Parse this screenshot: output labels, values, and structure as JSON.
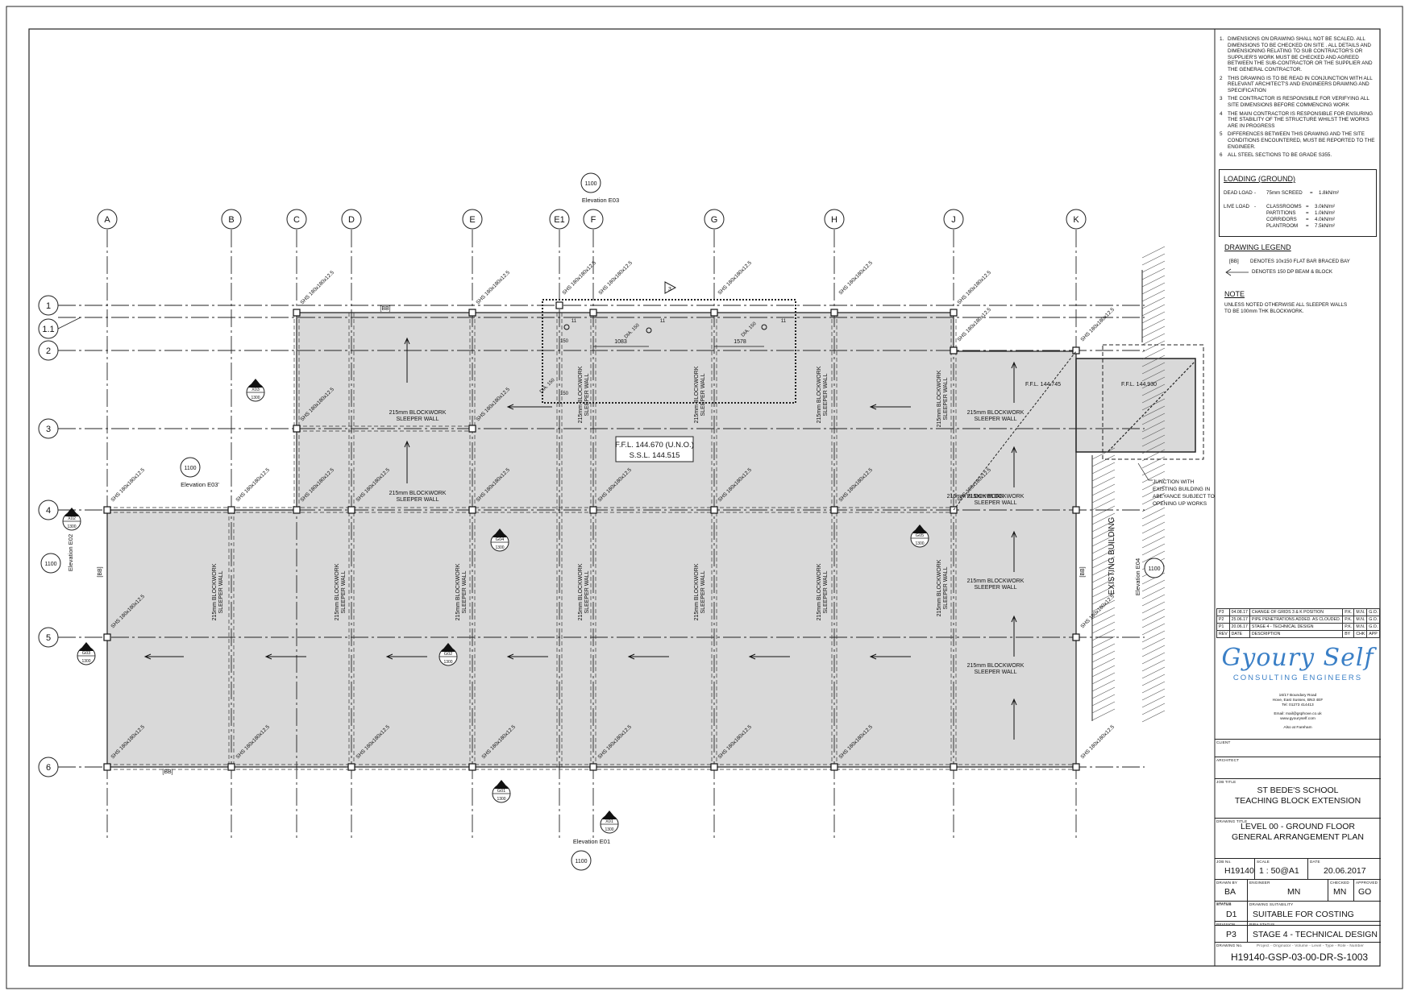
{
  "grid": {
    "columns": [
      "A",
      "B",
      "C",
      "D",
      "E",
      "E1",
      "F",
      "G",
      "H",
      "J",
      "K"
    ],
    "rows": [
      "1",
      "1.1",
      "2",
      "3",
      "4",
      "5",
      "6"
    ]
  },
  "notes": [
    {
      "no": "1.",
      "text": "DIMENSIONS ON DRAWING SHALL NOT BE SCALED. ALL DIMENSIONS TO BE CHECKED ON SITE . ALL DETAILS AND DIMENSIONING RELATING TO SUB CONTRACTOR'S OR SUPPLIER'S WORK MUST BE CHECKED AND AGREED BETWEEN THE SUB-CONTRACTOR OR THE SUPPLIER AND THE GENERAL CONTRACTOR."
    },
    {
      "no": "2",
      "text": "THIS DRAWING IS TO BE READ IN CONJUNCTION WITH ALL RELEVANT ARCHITECT'S AND ENGINEERS DRAWING AND SPECIFICATION"
    },
    {
      "no": "3",
      "text": "THE CONTRACTOR IS RESPONSIBLE FOR VERIFYING ALL SITE DIMENSIONS BEFORE COMMENCING WORK"
    },
    {
      "no": "4",
      "text": "THE MAIN CONTRACTOR IS RESPONSIBLE FOR ENSURING THE STABILITY OF THE STRUCTURE WHILST THE WORKS ARE IN PROGRESS"
    },
    {
      "no": "5",
      "text": "DIFFERENCES BETWEEN THIS DRAWING AND THE SITE CONDITIONS ENCOUNTERED, MUST BE REPORTED TO THE ENGINEER."
    },
    {
      "no": "6",
      "text": "ALL STEEL SECTIONS TO BE GRADE S355."
    }
  ],
  "loading": {
    "title": "LOADING (GROUND)",
    "dead_label": "DEAD LOAD",
    "dash": "-",
    "eq": "=",
    "dead_item": "75mm SCREED",
    "dead_value": "1.8kN/m²",
    "live_label": "LIVE LOAD",
    "live": [
      {
        "item": "CLASSROOMS",
        "value": "3.0kN/m²"
      },
      {
        "item": "PARTITIONS",
        "value": "1.0kN/m²"
      },
      {
        "item": "CORRIDORS",
        "value": "4.0kN/m²"
      },
      {
        "item": "PLANTROOM",
        "value": "7.5kN/m²"
      }
    ]
  },
  "legend": {
    "title": "DRAWING LEGEND",
    "bb_tag": "[BB]",
    "bb_text": "DENOTES 10x150 FLAT BAR BRACED BAY",
    "arrow_text": "DENOTES 150 DP BEAM & BLOCK"
  },
  "note": {
    "title": "NOTE",
    "text_1": "UNLESS NOTED OTHERWISE ALL SLEEPER WALLS",
    "text_2": "TO BE 100mm THK BLOCKWORK."
  },
  "revisions": [
    {
      "rev": "P3",
      "date": "04.08.17",
      "desc": "CHANGE OF GRIDS 3 & K POSITION",
      "by": "P.K.",
      "chk": "M.N.",
      "app": "G.O."
    },
    {
      "rev": "P2",
      "date": "25.06.17",
      "desc": "PIPE PENETRATIONS ADDED. AS CLOUDED.",
      "by": "P.K.",
      "chk": "M.N.",
      "app": "G.O."
    },
    {
      "rev": "P1",
      "date": "20.06.17",
      "desc": "STAGE 4 - TECHNICAL DESIGN",
      "by": "P.K.",
      "chk": "M.N.",
      "app": "G.O."
    }
  ],
  "rev_header": {
    "rev": "REV",
    "date": "DATE",
    "desc": "DESCRIPTION",
    "by": "BY",
    "chk": "CHK",
    "app": "APP"
  },
  "company": {
    "name": "Gyoury Self",
    "subtitle": "CONSULTING ENGINEERS",
    "addr_1": "16/17 Boundary Road",
    "addr_2": "Hove, East Sussex, BN3 4EF",
    "addr_3": "Tel: 01273 414413",
    "addr_4": "Email: mail@gsphove.co.uk",
    "addr_5": "www.gyouryself.com",
    "addr_6": "Also at Fareham"
  },
  "titleblock": {
    "client_lbl": "CLIENT",
    "architect_lbl": "ARCHITECT",
    "job_title_lbl": "JOB TITLE",
    "job_title_1": "ST BEDE'S SCHOOL",
    "job_title_2": "TEACHING BLOCK EXTENSION",
    "drawing_title_lbl": "DRAWING TITLE",
    "drawing_title_1": "LEVEL 00 - GROUND FLOOR",
    "drawing_title_2": "GENERAL ARRANGEMENT PLAN",
    "job_no_lbl": "JOB No.",
    "job_no": "H19140",
    "scale_lbl": "SCALE",
    "scale": "1 : 50@A1",
    "date_lbl": "DATE",
    "date": "20.06.2017",
    "drawn_lbl": "DRAWN BY",
    "drawn": "BA",
    "engineer_lbl": "ENGINEER",
    "engineer": "MN",
    "checked_lbl": "CHECKED",
    "checked": "MN",
    "approved_lbl": "APPROVED",
    "approved": "GO",
    "status_lbl": "STATUS",
    "status": "D1",
    "suit_lbl": "DRAWING SUITABILITY",
    "suit": "SUITABLE FOR COSTING",
    "revision_lbl": "REVISION",
    "revision": "P3",
    "riba_lbl": "RIBA STATUS",
    "riba": "STAGE 4 - TECHNICAL DESIGN",
    "drawing_no_lbl": "DRAWING No.",
    "drawing_no_fields": "Project - Originator - Volume - Level - Type - Role - Number",
    "drawing_no": "H19140-GSP-03-00-DR-S-1003"
  },
  "plan": {
    "ffl": "F.F.L. 144.670 (U.N.O.)",
    "ssl": "S.S.L. 144.515",
    "ffl_745": "F.F.L. 144.745",
    "ffl_930": "F.F.L. 144.930",
    "sleeper_1": "215mm BLOCKWORK",
    "sleeper_2": "SLEEPER WALL",
    "shs": "SHS 180x180x12.5",
    "bb": "[BB]",
    "existing": "EXISTING BUILDING",
    "junction_1": "JUNCTION WITH",
    "junction_2": "EXISTING BUILDING IN",
    "junction_3": "ABEYANCE SUBJECT TO",
    "junction_4": "OPENING UP WORKS",
    "elev_e03": "Elevation E03",
    "elev_e03b": "Elevation E03'",
    "elev_e01": "Elevation E01",
    "elev_e02": "Elevation E02",
    "elev_e04": "Elevation E04",
    "elev_no": "1100",
    "dim_1083": "1083",
    "dim_1578": "1578",
    "dim_150": "150",
    "dim_11": "11",
    "dia_150": "DIA. 150",
    "rev_tag": "3",
    "sec_x01": "X01",
    "sec_x02": "X02",
    "sec_x03": "X03",
    "sec_g01": "G01",
    "sec_g02": "G02",
    "sec_g03": "G03",
    "sec_g04": "G04",
    "sec_g05": "G05",
    "sec_ref": "1300"
  }
}
